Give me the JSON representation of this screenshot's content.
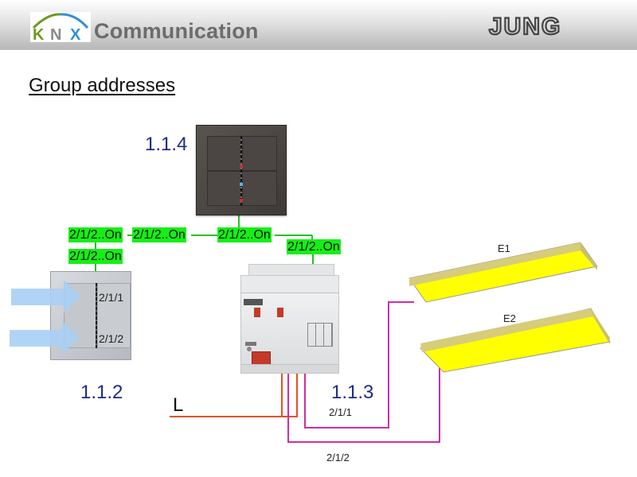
{
  "header": {
    "logo_left": "KNX",
    "title": "Communication",
    "logo_right": "JUNG"
  },
  "section_title": "Group addresses",
  "devices": {
    "pushbutton_4gang": {
      "address": "1.1.4"
    },
    "pushbutton_2gang": {
      "address": "1.1.2",
      "rocker_labels": [
        "2/1/1",
        "2/1/2"
      ]
    },
    "switch_actuator": {
      "address": "1.1.3"
    }
  },
  "group_telegrams": [
    {
      "id": "ga-left-top",
      "label": "2/1/2..On"
    },
    {
      "id": "ga-left-bottom",
      "label": "2/1/2..On"
    },
    {
      "id": "ga-mid-left",
      "label": "2/1/2..On"
    },
    {
      "id": "ga-mid-right",
      "label": "2/1/2..On"
    },
    {
      "id": "ga-right",
      "label": "2/1/2..On"
    }
  ],
  "lamps": [
    {
      "label": "E1"
    },
    {
      "label": "E2"
    }
  ],
  "wires": {
    "line_label": "L",
    "output1_label": "2/1/1",
    "output2_label": "2/1/2"
  },
  "colors": {
    "telegram_green": "#14f014",
    "address_blue": "#1d2b8a",
    "wire_line": "#e8501e",
    "wire_output": "#cc2ea8",
    "lamp_yellow": "#ffff00"
  }
}
